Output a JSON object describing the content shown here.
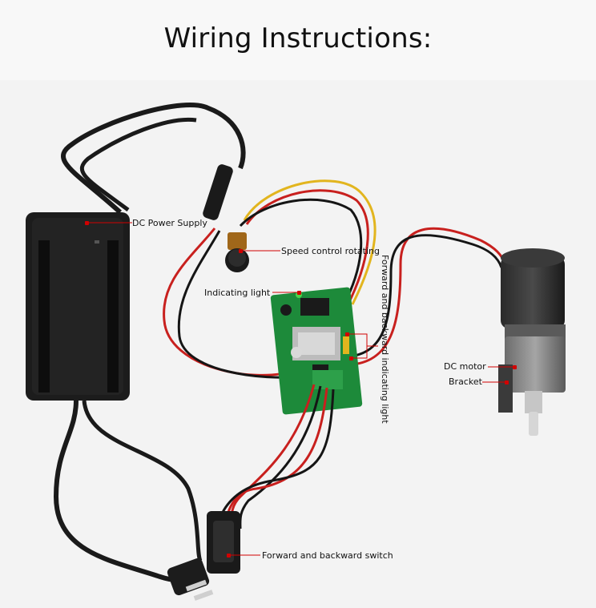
{
  "title": "Wiring Instructions:",
  "labels": {
    "power_supply": "DC Power Supply",
    "speed_control": "Speed control rotating",
    "indicating_light": "Indicating light",
    "forward_backward_light": "Forward and backward indicating light",
    "dc_motor": "DC motor",
    "bracket": "Bracket",
    "switch": "Forward and backward switch"
  },
  "colors": {
    "pointer": "#d10000",
    "background": "#f3f3f3",
    "title_band": "#f8f8f8",
    "pcb": "#1d8a3a",
    "adapter": "#1c1c1c",
    "wire_red": "#c8201e",
    "wire_black": "#151515",
    "wire_yellow": "#e2b51e"
  }
}
